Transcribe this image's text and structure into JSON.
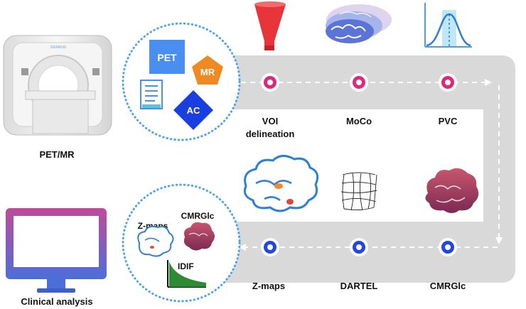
{
  "scanner": {
    "label": "PET/MR",
    "brand": "SIEMENS"
  },
  "monitor": {
    "label": "Clinical analysis"
  },
  "input_circle": {
    "pet": "PET",
    "mr": "MR",
    "ac": "AC",
    "icons": [
      "pet-square-icon",
      "mr-pentagon-icon",
      "document-icon",
      "ac-diamond-icon"
    ]
  },
  "output_circle": {
    "zmaps": "Z-maps",
    "cmrglc": "CMRGlc",
    "idif": "IDIF",
    "icons": [
      "brain-outline-icon",
      "brain-filled-icon",
      "idif-curve-icon"
    ]
  },
  "top_steps": [
    {
      "label_line1": "VOI",
      "label_line2": "delineation",
      "icon": "voi-vessel-icon"
    },
    {
      "label_line1": "MoCo",
      "label_line2": "",
      "icon": "brain-motion-icon"
    },
    {
      "label_line1": "PVC",
      "label_line2": "",
      "icon": "gaussian-curve-icon"
    }
  ],
  "bottom_steps": [
    {
      "label": "Z-maps",
      "icon": "brain-zmap-icon"
    },
    {
      "label": "DARTEL",
      "icon": "deformation-grid-icon"
    },
    {
      "label": "CMRGlc",
      "icon": "brain-cmrglc-icon"
    }
  ],
  "colors": {
    "track": "#d9d9d9",
    "top_node": "#e0287a",
    "bottom_node": "#2146e8",
    "dotted_circle": "#4da3f0",
    "pet_box": "#4a8ff0",
    "mr_pentagon": "#ef8a22",
    "ac_diamond": "#1a3fe0",
    "voi": "#e8353a",
    "monitor_top": "#c04a9a",
    "monitor_bottom": "#4b6fd8"
  }
}
